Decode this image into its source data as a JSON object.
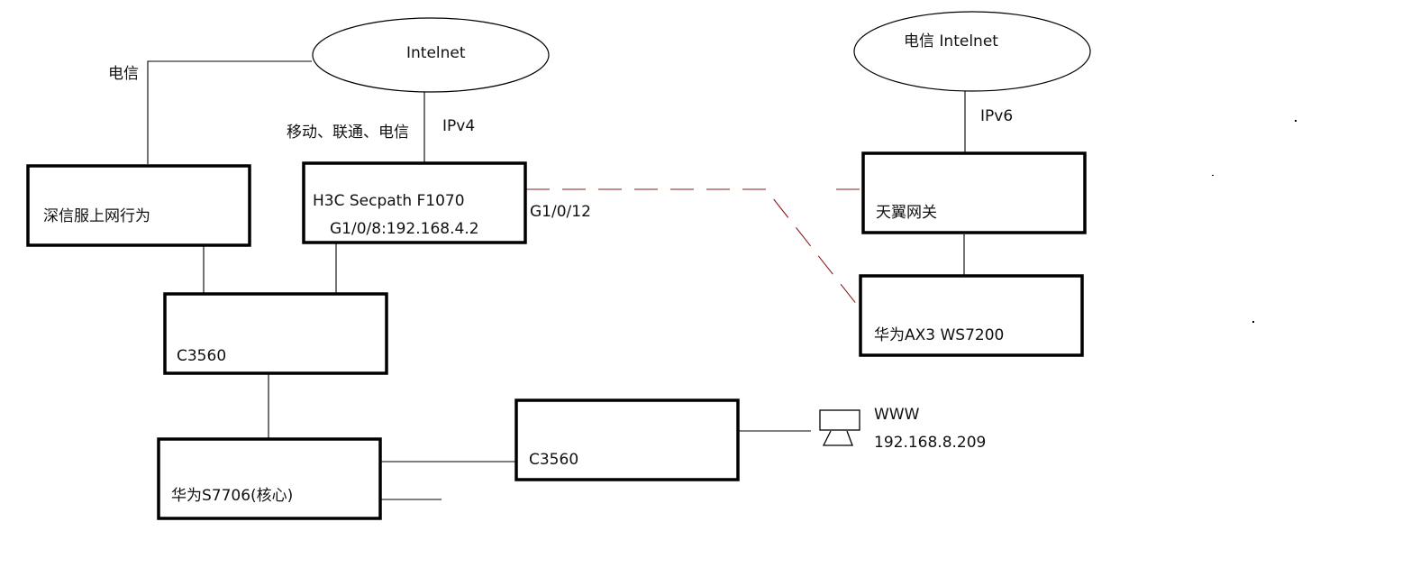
{
  "clouds": {
    "left": "Intelnet",
    "right": "电信  Intelnet"
  },
  "links": {
    "isp_left_box": "电信",
    "isp_firewall": "移动、联通、电信",
    "ipv4": "IPv4",
    "ipv6": "IPv6",
    "firewall_port": "G1/0/12"
  },
  "devices": {
    "behavior_mgmt": "深信服上网行为",
    "firewall": {
      "name": "H3C Secpath F1070",
      "interface": "G1/0/8:192.168.4.2"
    },
    "switch_upper": "C3560",
    "core": "华为S7706(核心)",
    "switch_lower": "C3560",
    "tianyi_gateway": "天翼网关",
    "ap": "华为AX3   WS7200"
  },
  "server": {
    "name": "WWW",
    "ip": "192.168.8.209"
  },
  "colors": {
    "line": "#000000",
    "dashed_link": "#8b1a1a"
  }
}
